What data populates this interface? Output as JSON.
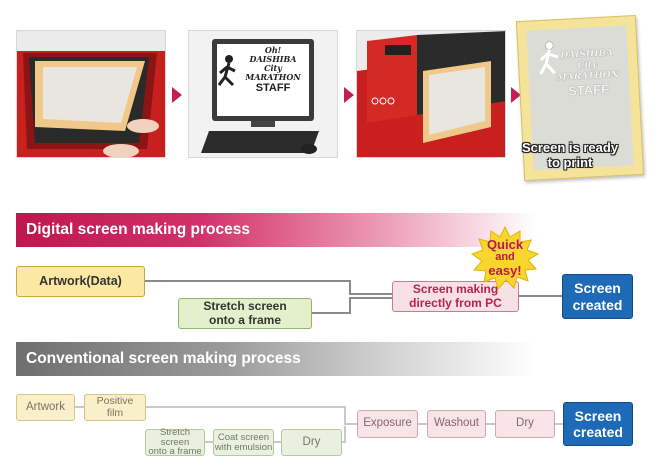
{
  "photos": {
    "monitor_text": [
      "Oh!",
      "DAISHIBA",
      "City",
      "MARATHON",
      "STAFF"
    ],
    "frame_text": [
      "DAISHIBA",
      "City",
      "MARATHON",
      "STAFF"
    ],
    "caption": [
      "Screen is ready",
      "to print"
    ]
  },
  "digital": {
    "title": "Digital screen making process",
    "artwork": "Artwork(Data)",
    "stretch": [
      "Stretch screen",
      "onto a frame"
    ],
    "making": [
      "Screen making",
      "directly from PC"
    ],
    "created": [
      "Screen",
      "created"
    ],
    "badge": [
      "Quick",
      "and",
      "easy!"
    ]
  },
  "conventional": {
    "title": "Conventional screen making process",
    "artwork": "Artwork",
    "positive": [
      "Positive",
      "film"
    ],
    "stretch": [
      "Stretch screen",
      "onto a frame"
    ],
    "coat": [
      "Coat screen",
      "with emulsion"
    ],
    "dry1": "Dry",
    "exposure": "Exposure",
    "washout": "Washout",
    "dry2": "Dry",
    "created": [
      "Screen",
      "created"
    ]
  },
  "colors": {
    "accent_red": "#c0154e",
    "created_blue": "#1f6ab7"
  }
}
